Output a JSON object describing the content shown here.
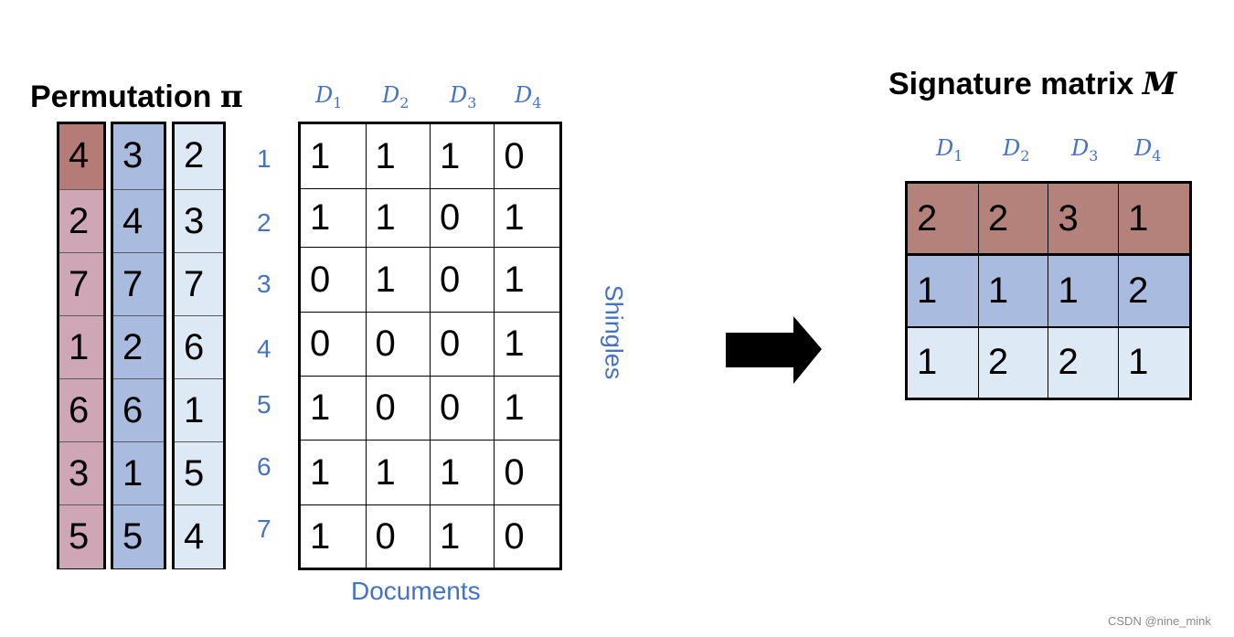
{
  "permutation": {
    "title": "Permutation",
    "title_symbol": "π",
    "columns": [
      {
        "name": "perm-col-1",
        "color": "#b7827b",
        "highlight": "#b57c77",
        "values": [
          "4",
          "2",
          "7",
          "1",
          "6",
          "3",
          "5"
        ]
      },
      {
        "name": "perm-col-2",
        "color": "#a9bce0",
        "highlight": "#a9bce0",
        "values": [
          "3",
          "4",
          "7",
          "2",
          "6",
          "1",
          "5"
        ]
      },
      {
        "name": "perm-col-3",
        "color": "#ddeaf5",
        "highlight": "#ddeaf5",
        "values": [
          "2",
          "3",
          "7",
          "6",
          "1",
          "5",
          "4"
        ]
      }
    ],
    "first_col_body_color": "#cfa6b6"
  },
  "input_matrix": {
    "doc_labels": [
      {
        "base": "D",
        "sub": "1"
      },
      {
        "base": "D",
        "sub": "2"
      },
      {
        "base": "D",
        "sub": "3"
      },
      {
        "base": "D",
        "sub": "4"
      }
    ],
    "row_labels": [
      "1",
      "2",
      "3",
      "4",
      "5",
      "6",
      "7"
    ],
    "rows": [
      [
        "1",
        "1",
        "1",
        "0"
      ],
      [
        "1",
        "1",
        "0",
        "1"
      ],
      [
        "0",
        "1",
        "0",
        "1"
      ],
      [
        "0",
        "0",
        "0",
        "1"
      ],
      [
        "1",
        "0",
        "0",
        "1"
      ],
      [
        "1",
        "1",
        "1",
        "0"
      ],
      [
        "1",
        "0",
        "1",
        "0"
      ]
    ],
    "x_axis_label": "Documents",
    "y_axis_label": "Shingles"
  },
  "signature_matrix": {
    "title": "Signature matrix",
    "title_var": "M",
    "doc_labels": [
      {
        "base": "D",
        "sub": "1"
      },
      {
        "base": "D",
        "sub": "2"
      },
      {
        "base": "D",
        "sub": "3"
      },
      {
        "base": "D",
        "sub": "4"
      }
    ],
    "rows": [
      {
        "color": "#b5827b",
        "values": [
          "2",
          "2",
          "3",
          "1"
        ]
      },
      {
        "color": "#a9bce0",
        "values": [
          "1",
          "1",
          "1",
          "2"
        ]
      },
      {
        "color": "#ddeaf5",
        "values": [
          "1",
          "2",
          "2",
          "1"
        ]
      }
    ]
  },
  "arrow_icon": "right-arrow-icon",
  "watermark": "CSDN @nine_mink"
}
